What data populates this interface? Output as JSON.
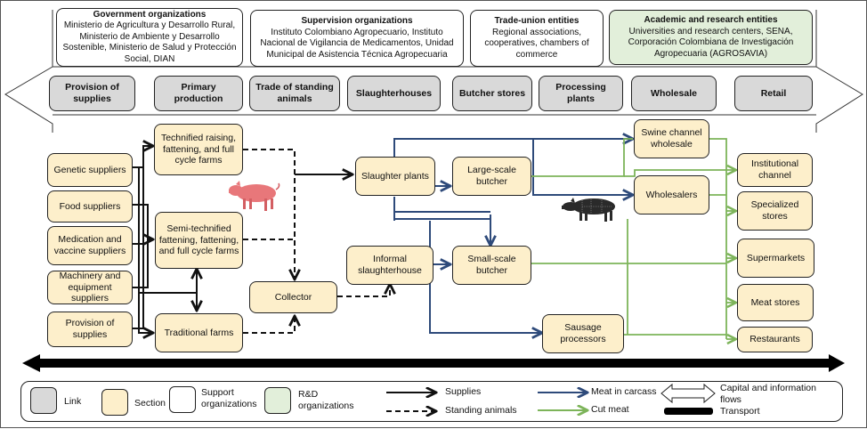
{
  "support_orgs": [
    {
      "title": "Government organizations",
      "body": "Ministerio de Agricultura y Desarrollo Rural, Ministerio de Ambiente y Desarrollo Sostenible, Ministerio de Salud y Protección Social, DIAN",
      "type": "support"
    },
    {
      "title": "Supervision organizations",
      "body": "Instituto Colombiano Agropecuario, Instituto Nacional de Vigilancia de Medicamentos, Unidad Municipal de Asistencia Técnica Agropecuaria",
      "type": "support"
    },
    {
      "title": "Trade-union entities",
      "body": "Regional associations, cooperatives, chambers of commerce",
      "type": "support"
    },
    {
      "title": "Academic and research entities",
      "body": "Universities and research centers, SENA, Corporación Colombiana de Investigación Agropecuaria (AGROSAVIA)",
      "type": "rd"
    }
  ],
  "links": [
    "Provision of supplies",
    "Primary production",
    "Trade of standing animals",
    "Slaughterhouses",
    "Butcher stores",
    "Processing plants",
    "Wholesale",
    "Retail"
  ],
  "sections": {
    "genetic": "Genetic suppliers",
    "food": "Food suppliers",
    "medication": "Medication and vaccine suppliers",
    "machinery": "Machinery and equipment suppliers",
    "provision": "Provision of supplies",
    "technified": "Technified raising, fattening, and full cycle farms",
    "semi": "Semi-technified fattening, fattening, and full cycle farms",
    "traditional": "Traditional farms",
    "collector": "Collector",
    "slaughter": "Slaughter plants",
    "informal": "Informal slaughterhouse",
    "large_butcher": "Large-scale butcher",
    "small_butcher": "Small-scale butcher",
    "sausage": "Sausage processors",
    "swine_wholesale": "Swine channel wholesale",
    "wholesalers": "Wholesalers",
    "institutional": "Institutional channel",
    "specialized": "Specialized stores",
    "supermarkets": "Supermarkets",
    "meat_stores": "Meat stores",
    "restaurants": "Restaurants"
  },
  "legend": {
    "link": "Link",
    "section": "Section",
    "support": "Support organizations",
    "rd": "R&D organizations",
    "supplies": "Supplies",
    "standing": "Standing animals",
    "carcass": "Meat in carcass",
    "cut": "Cut meat",
    "capital": "Capital and information flows",
    "transport": "Transport"
  },
  "colors": {
    "section": "#fdefcb",
    "link": "#d9d9d9",
    "rd": "#e2efda",
    "carcass": "#2e4a7a",
    "cut": "#7db45a",
    "supplies": "#111111"
  }
}
